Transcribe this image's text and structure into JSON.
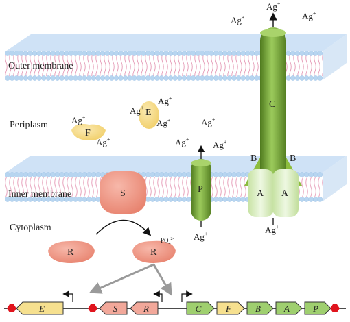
{
  "regions": {
    "outer_membrane": "Outer membrane",
    "periplasm": "Periplasm",
    "inner_membrane": "Inner membrane",
    "cytoplasm": "Cytoplasm"
  },
  "ion": {
    "symbol": "Ag",
    "charge": "+"
  },
  "phosphate": {
    "symbol": "PO",
    "subscript": "4",
    "charge": "2-"
  },
  "proteins": {
    "S": "S",
    "R_inactive": "R",
    "R_active": "R",
    "P": "P",
    "C": "C",
    "B_left": "B",
    "B_right": "B",
    "A_left": "A",
    "A_right": "A",
    "E": "E",
    "F": "F"
  },
  "operon": {
    "genes": [
      {
        "label": "E",
        "color": "#f6e08f",
        "direction": "left"
      },
      {
        "label": "S",
        "color": "#f2a89a",
        "direction": "left"
      },
      {
        "label": "R",
        "color": "#f2a89a",
        "direction": "left"
      },
      {
        "label": "C",
        "color": "#9fcf6f",
        "direction": "right"
      },
      {
        "label": "F",
        "color": "#f6e08f",
        "direction": "right"
      },
      {
        "label": "B",
        "color": "#9fcf6f",
        "direction": "right"
      },
      {
        "label": "A",
        "color": "#9fcf6f",
        "direction": "right"
      },
      {
        "label": "P",
        "color": "#9fcf6f",
        "direction": "right"
      }
    ]
  },
  "colors": {
    "membrane_head": "#b7d5f0",
    "membrane_tail": "#e59ab6",
    "green_dark": "#6f9a2f",
    "green_light": "#dff0c6",
    "salmon": "#f19d8b",
    "yellow": "#f7df8e",
    "terminator": "#e0141d",
    "arrow_gray": "#9a9a9a"
  }
}
